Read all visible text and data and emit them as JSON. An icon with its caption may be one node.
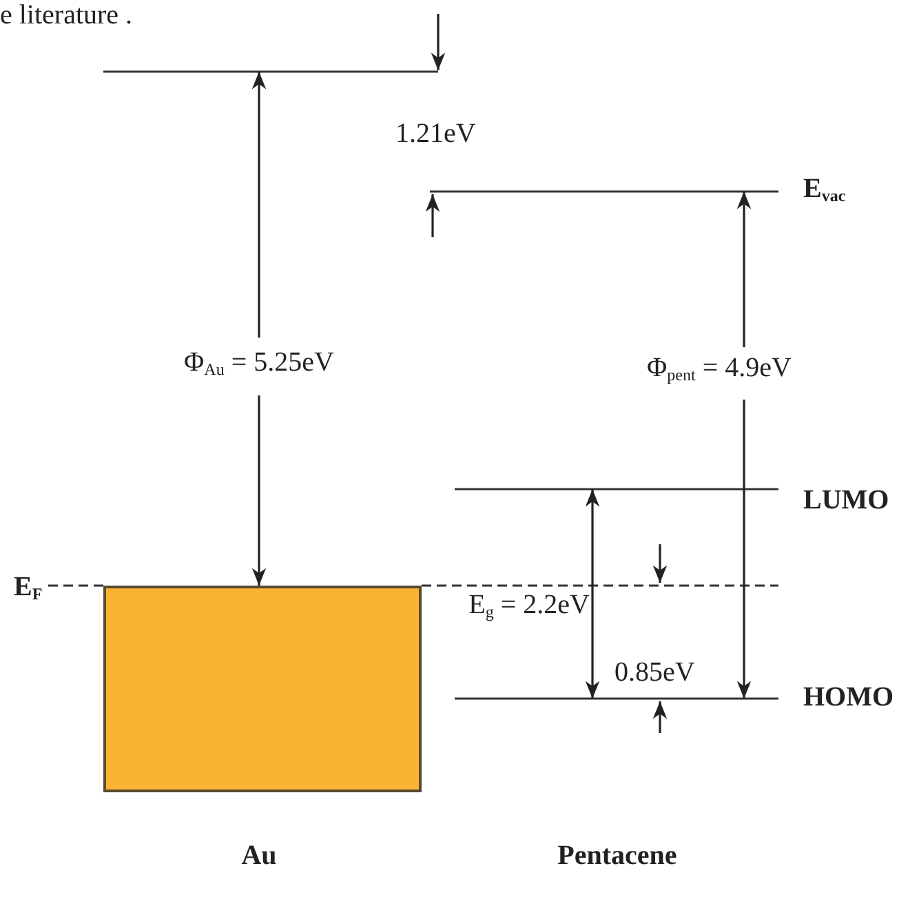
{
  "diagram": {
    "nodes": [
      {
        "text": [],
        "shape": "box",
        "beside": [
          "Au"
        ]
      }
    ],
    "labels": [
      "e literature .",
      "1.21eV",
      "E$_{vac}$",
      "Φ$_{Au}$ = 5.25eV",
      "Φ$_{pent}$ = 4.9eV",
      "LUMO",
      "E$_{g}$ = 2.2eV",
      "E$_{F}$",
      "0.85eV",
      "HOMO",
      "Pentacene"
    ]
  }
}
